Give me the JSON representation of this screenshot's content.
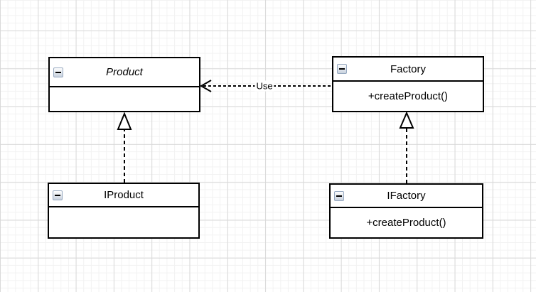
{
  "canvas": {
    "background": "#ffffff",
    "grid_minor_color": "#f2f2f2",
    "grid_major_color": "#d9d9d9",
    "shape_border_color": "#000000",
    "shape_fill_color": "#ffffff"
  },
  "diagram": {
    "classes": [
      {
        "name": "Product",
        "abstract": true,
        "methods": []
      },
      {
        "name": "Factory",
        "abstract": false,
        "methods": [
          "+createProduct()"
        ]
      },
      {
        "name": "IProduct",
        "abstract": false,
        "methods": []
      },
      {
        "name": "IFactory",
        "abstract": false,
        "methods": [
          "+createProduct()"
        ]
      }
    ],
    "edges": [
      {
        "type": "dependency",
        "label": "Use",
        "from": "Factory",
        "to": "Product"
      },
      {
        "type": "realization",
        "label": "",
        "from": "IProduct",
        "to": "Product"
      },
      {
        "type": "realization",
        "label": "",
        "from": "IFactory",
        "to": "Factory"
      }
    ],
    "collapse_icon": "minus"
  }
}
